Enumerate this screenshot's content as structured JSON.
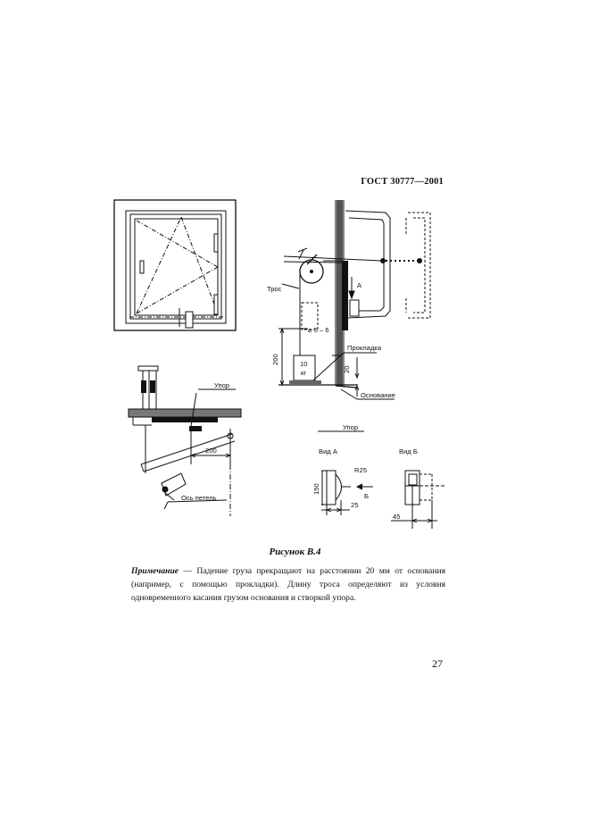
{
  "header": {
    "standard": "ГОСТ 30777—2001"
  },
  "figure": {
    "labels": {
      "tros": "Трос",
      "diameter": "⌀ 5 – 6",
      "arrow_a": "А",
      "prokladka": "Прокладка",
      "dim_200_vertical": "200",
      "weight_value": "10",
      "weight_unit": "кг",
      "dim_20": "20",
      "osnovanie": "Основание",
      "upor_left": "Упор",
      "dim_200_horizontal": "200",
      "os_petel": "Ось петель",
      "upor_detail": "Упор",
      "vid_a": "Вид А",
      "vid_b": "Вид Б",
      "r25": "R25",
      "arrow_b": "Б",
      "dim_150": "150",
      "dim_25": "25",
      "dim_45": "45"
    },
    "caption": "Рисунок В.4"
  },
  "note": {
    "label": "Примечание",
    "text": " — Падение груза прекращают на расстоянии 20 мм от основания (например, с помощью прокладки). Длину троса определяют из условия одновременного касания грузом основания и створкой упора."
  },
  "page_number": "27"
}
